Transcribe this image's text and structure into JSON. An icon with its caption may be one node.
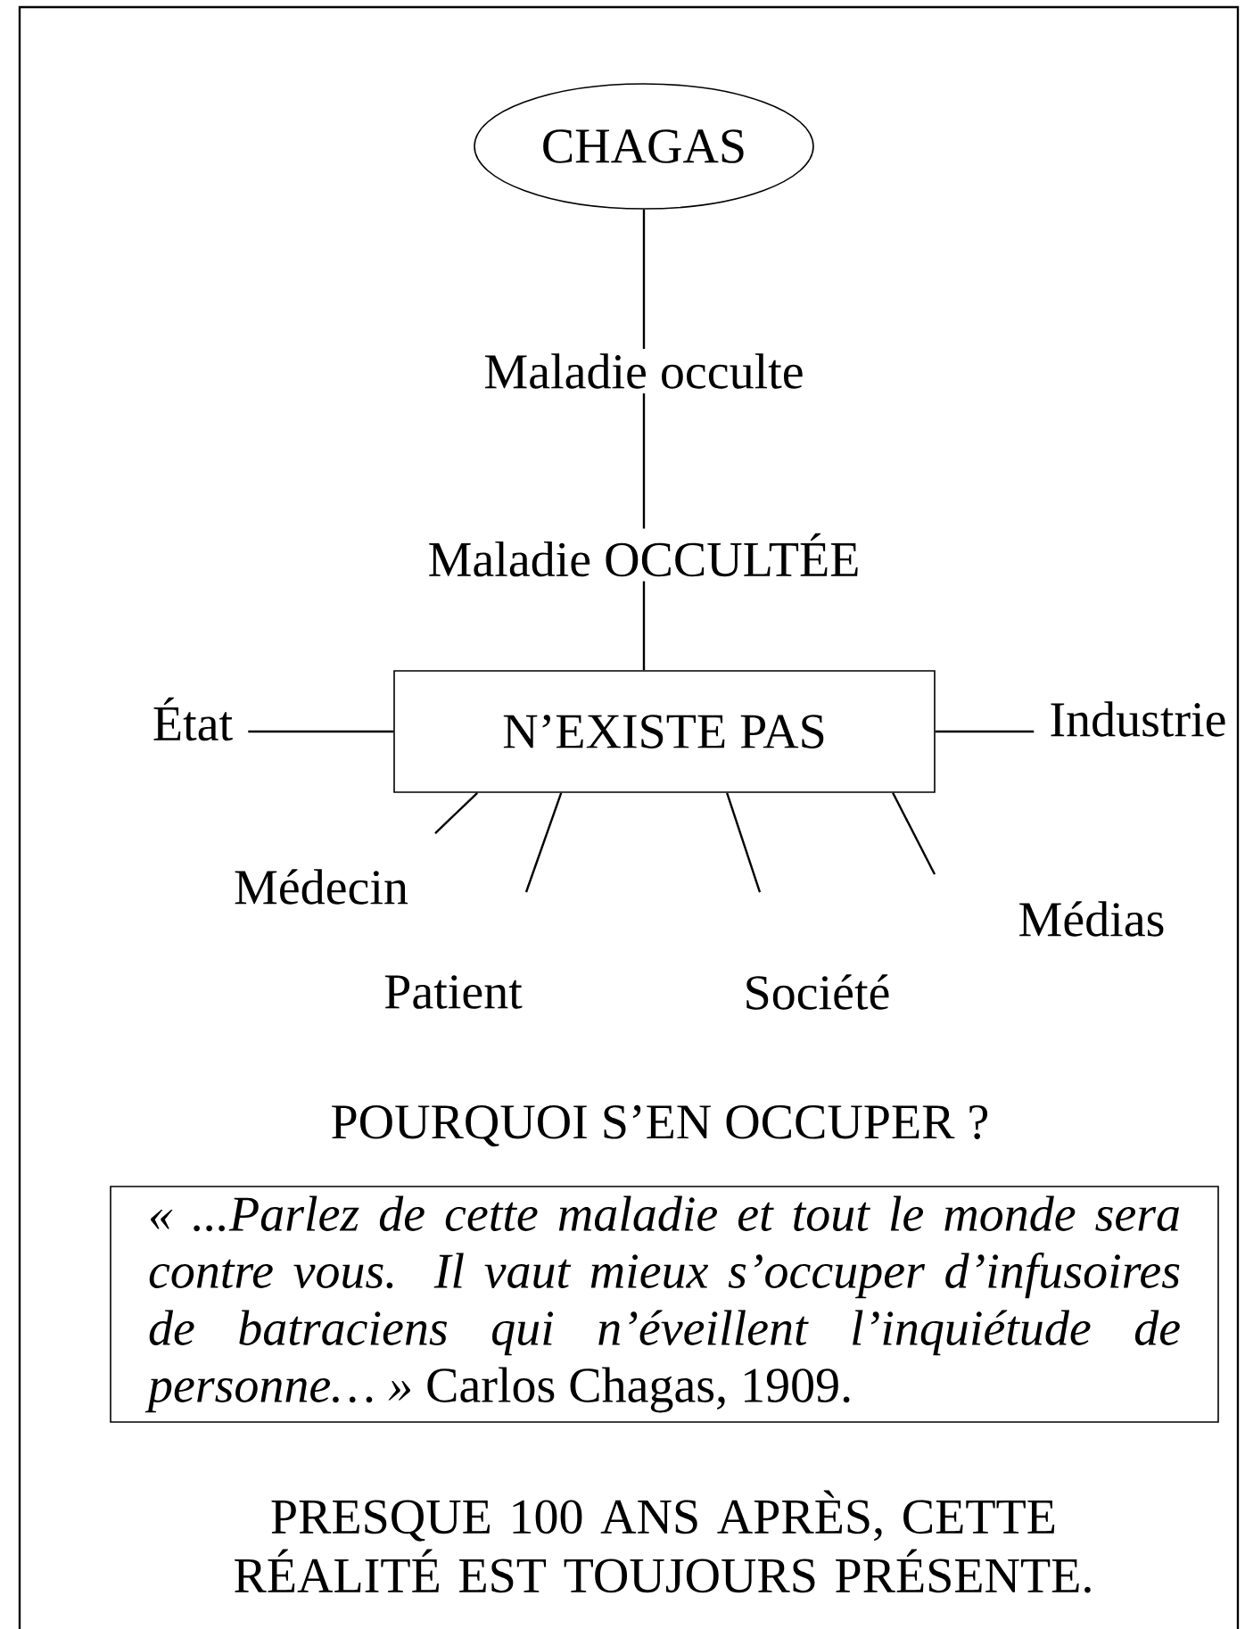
{
  "diagram": {
    "nodes": [
      {
        "text": [
          "CHAGAS"
        ]
      },
      {
        "text": [
          "Maladie occulte"
        ]
      },
      {
        "text": [
          "Maladie OCCULTÉE"
        ]
      },
      {
        "text": [
          "N’EXISTE PAS"
        ]
      },
      {
        "text": [
          "État"
        ]
      },
      {
        "text": [
          "Industrie"
        ]
      },
      {
        "text": [
          "Médecin"
        ]
      },
      {
        "text": [
          "Patient"
        ]
      },
      {
        "text": [
          "Société"
        ]
      },
      {
        "text": [
          "Médias"
        ]
      },
      {
        "text": [
          "*« ...Parlez de cette maladie et tout le monde sera contre vous. Il vaut mieux s’occuper d’infusoires de batraciens qui n’éveillent l’inquiétude de personne… »* Carlos Chagas, 1909."
        ]
      }
    ],
    "edges": [
      {
        "from": 0,
        "to": 1,
        "arrow": "none"
      },
      {
        "from": 1,
        "to": 2,
        "arrow": "none"
      },
      {
        "from": 2,
        "to": 3,
        "arrow": "none"
      },
      {
        "from": 4,
        "to": 3,
        "arrow": "none"
      },
      {
        "from": 3,
        "to": 5,
        "arrow": "none"
      },
      {
        "from": 3,
        "to": 6,
        "arrow": "none"
      },
      {
        "from": 3,
        "to": 7,
        "arrow": "none"
      },
      {
        "from": 3,
        "to": 8,
        "arrow": "none"
      },
      {
        "from": 3,
        "to": 9,
        "arrow": "none"
      }
    ],
    "labels": [
      "POURQUOI S’EN OCCUPER ?",
      "PRESQUE 100 ANS APRÈS, CETTE RÉALITÉ EST TOUJOURS PRÉSENTE."
    ]
  }
}
